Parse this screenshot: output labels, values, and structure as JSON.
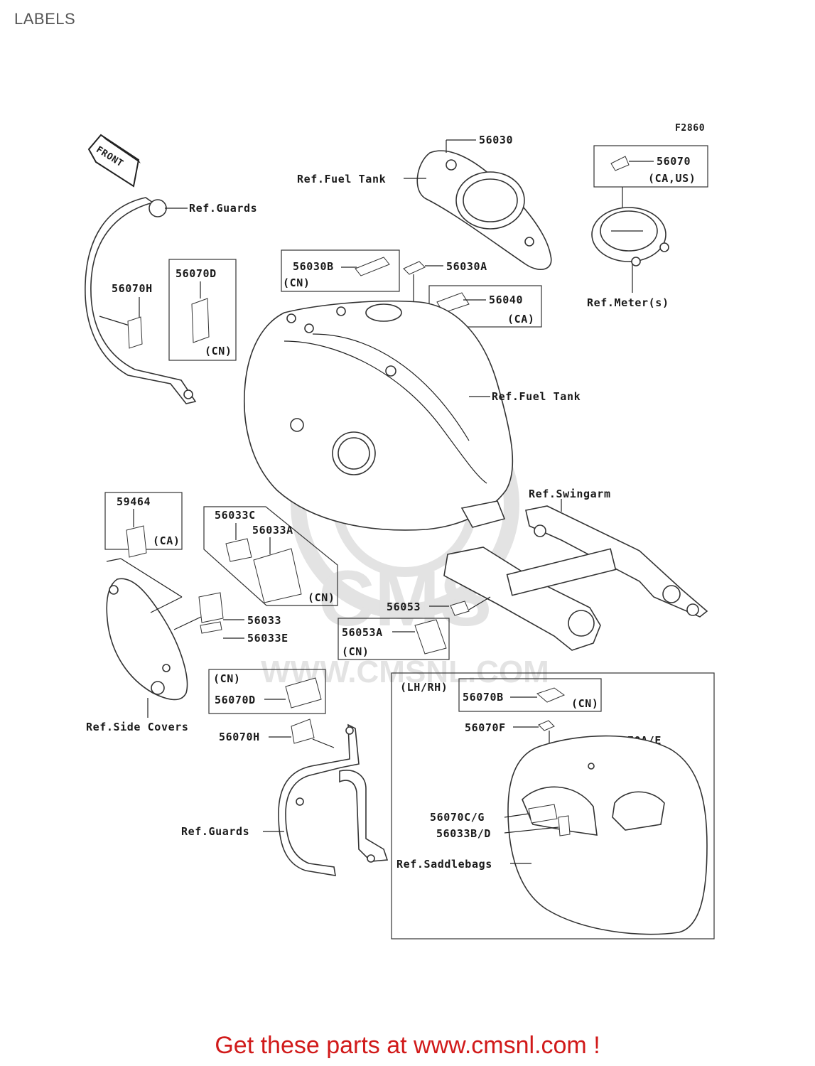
{
  "page": {
    "title": "LABELS"
  },
  "diagram": {
    "figure_code": "F2860",
    "front_marker": "FRONT",
    "watermark": {
      "brand": "CMS",
      "url": "WWW.CMSNL.COM"
    },
    "callouts": {
      "p56030": "56030",
      "ref_fuel_tank_top": "Ref.Fuel Tank",
      "p56070": "56070",
      "p56070_region": "(CA,US)",
      "ref_guards_top": "Ref.Guards",
      "ref_meter": "Ref.Meter(s)",
      "p56030b": "56030B",
      "p56030b_region": "(CN)",
      "p56030a": "56030A",
      "p56040": "56040",
      "p56040_region": "(CA)",
      "p56070d_top": "56070D",
      "p56070d_top_region": "(CN)",
      "p56070h_top": "56070H",
      "ref_fuel_tank_main": "Ref.Fuel Tank",
      "p59464": "59464",
      "p59464_region": "(CA)",
      "p56033c": "56033C",
      "p56033a": "56033A",
      "p56033ac_region": "(CN)",
      "ref_swingarm": "Ref.Swingarm",
      "p56033": "56033",
      "p56033e": "56033E",
      "p56053": "56053",
      "p56053a": "56053A",
      "p56053a_region": "(CN)",
      "p56070d_bottom_region": "(CN)",
      "p56070d_bottom": "56070D",
      "ref_side_covers": "Ref.Side Covers",
      "p56070h_bottom": "56070H",
      "lhrh": "(LH/RH)",
      "p56070b": "56070B",
      "p56070b_region": "(CN)",
      "p56070f": "56070F",
      "p56070ae": "56070A/E",
      "p56070cg": "56070C/G",
      "p56033bd": "56033B/D",
      "ref_guards_bottom": "Ref.Guards",
      "ref_saddlebags": "Ref.Saddlebags"
    }
  },
  "footer": {
    "text": "Get these parts at www.cmsnl.com !"
  }
}
